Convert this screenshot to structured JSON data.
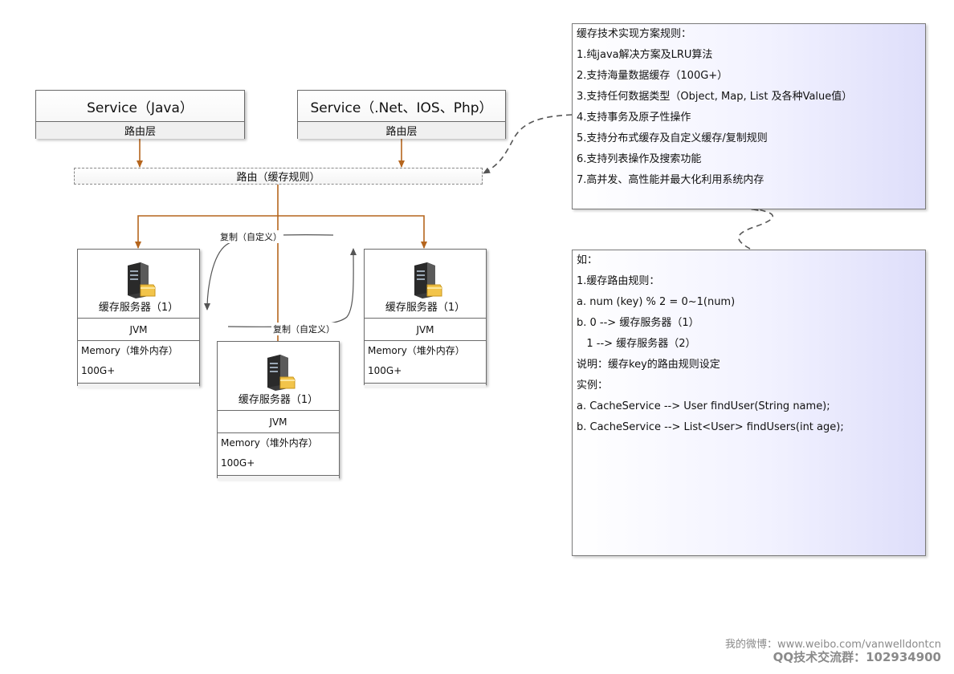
{
  "services": [
    {
      "title": "Service（Java）",
      "layer": "路由层"
    },
    {
      "title": "Service（.Net、IOS、Php）",
      "layer": "路由层"
    }
  ],
  "route": {
    "label": "路由（缓存规则）"
  },
  "edges": {
    "replicate_label_1": "复制（自定义）",
    "replicate_label_2": "复制（自定义）"
  },
  "servers": [
    {
      "name": "缓存服务器（1）",
      "jvm": "JVM",
      "memory": "Memory（堆外内存）",
      "size": "100G+"
    },
    {
      "name": "缓存服务器（1）",
      "jvm": "JVM",
      "memory": "Memory（堆外内存）",
      "size": "100G+"
    },
    {
      "name": "缓存服务器（1）",
      "jvm": "JVM",
      "memory": "Memory（堆外内存）",
      "size": "100G+"
    }
  ],
  "rules_note": {
    "lines": [
      "缓存技术实现方案规则：",
      "1.纯java解决方案及LRU算法",
      "2.支持海量数据缓存（100G+）",
      "3.支持任何数据类型（Object, Map, List 及各种Value值）",
      "4.支持事务及原子性操作",
      "5.支持分布式缓存及自定义缓存/复制规则",
      "6.支持列表操作及搜索功能",
      "7.高并发、高性能并最大化利用系统内存"
    ]
  },
  "example_note": {
    "lines": [
      "如：",
      "1.缓存路由规则：",
      "a. num (key) % 2 = 0~1(num)",
      "b. 0 --> 缓存服务器（1）",
      "   1 --> 缓存服务器（2）",
      "说明：缓存key的路由规则设定",
      "实例：",
      "a. CacheService --> User findUser(String name);",
      "b. CacheService --> List<User> findUsers(int age);"
    ]
  },
  "watermark": {
    "weibo": "我的微博：www.weibo.com/vanwelldontcn",
    "qq": "QQ技术交流群：102934900"
  },
  "colors": {
    "solid_arrow": "#b5651d",
    "dashed_arrow": "#555555",
    "note_gradient_end": "#dedefa"
  }
}
